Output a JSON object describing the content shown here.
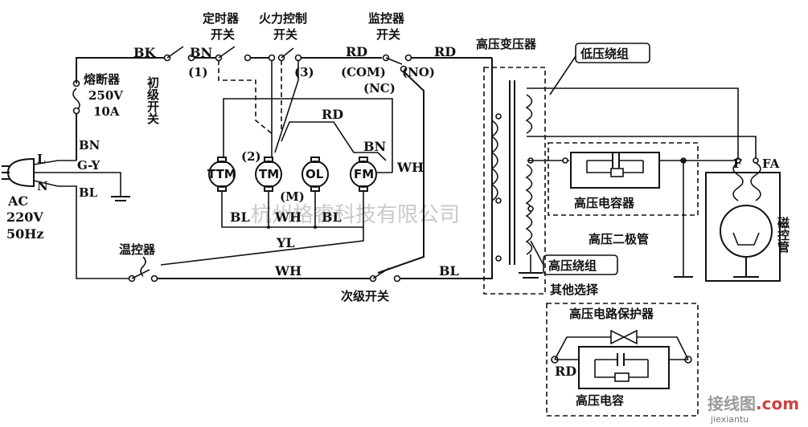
{
  "labels": {
    "bk": "BK",
    "bn_top": "BN",
    "primary_switch": "初级开关",
    "timer_switch_1": "定时器",
    "timer_switch_2": "开关",
    "power_switch_1": "火力控制",
    "power_switch_2": "开关",
    "mark_1": "(1)",
    "mark_3": "(3)",
    "rd_top": "RD",
    "com": "(COM)",
    "nc": "(NC)",
    "no": "(NO)",
    "rd_right": "RD",
    "monitor_switch_1": "监控器",
    "monitor_switch_2": "开关",
    "fuse": "熔断器",
    "fuse_v": "250V",
    "fuse_a": "10A",
    "plug_l": "L",
    "plug_gy": "G-Y",
    "plug_n": "N",
    "plug_bn": "BN",
    "plug_bl": "BL",
    "ac": "AC",
    "ac_v": "220V",
    "ac_hz": "50Hz",
    "ttm": "TTM",
    "tm": "TM",
    "ol": "OL",
    "fm": "FM",
    "mark_2": "(2)",
    "mark_m": "(M)",
    "rd_mid": "RD",
    "bn_mid": "BN",
    "wh_right": "WH",
    "bl_1": "BL",
    "wh_1": "WH",
    "bl_2": "BL",
    "yl": "YL",
    "thermostat": "温控器",
    "wh_bottom": "WH",
    "bl_bottom": "BL",
    "secondary_switch": "次级开关",
    "hv_transformer": "高压变压器",
    "lv_winding": "低压绕组",
    "hv_capacitor": "高压电容器",
    "hv_diode": "高压二极管",
    "hv_winding": "高压绕组",
    "magnetron": "磁控管",
    "f": "F",
    "fa": "FA",
    "other_options": "其他选择",
    "hv_protector": "高压电路保护器",
    "rd_box": "RD",
    "hv_cap_short": "高压电容"
  },
  "watermark": {
    "company": "杭州格睿科技有限公司",
    "site_cn": "接线图",
    "site_dot": ".com",
    "site_url": "jiexiantu"
  }
}
